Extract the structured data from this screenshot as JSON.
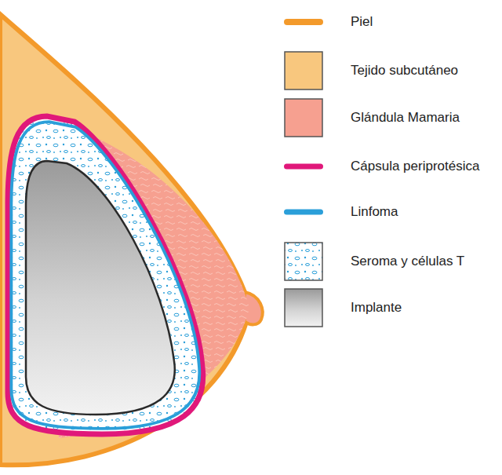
{
  "diagram": {
    "legend": [
      {
        "text": "Piel"
      },
      {
        "text": "Tejido subcutáneo",
        "color": "#f8c77e"
      },
      {
        "text": "Glándula Mamaria",
        "color": "#f6a090"
      },
      {
        "text": "Cápsula periprotésica"
      },
      {
        "text": "Linfoma"
      },
      {
        "text": "Seroma y células T"
      },
      {
        "text": "Implante"
      }
    ]
  }
}
